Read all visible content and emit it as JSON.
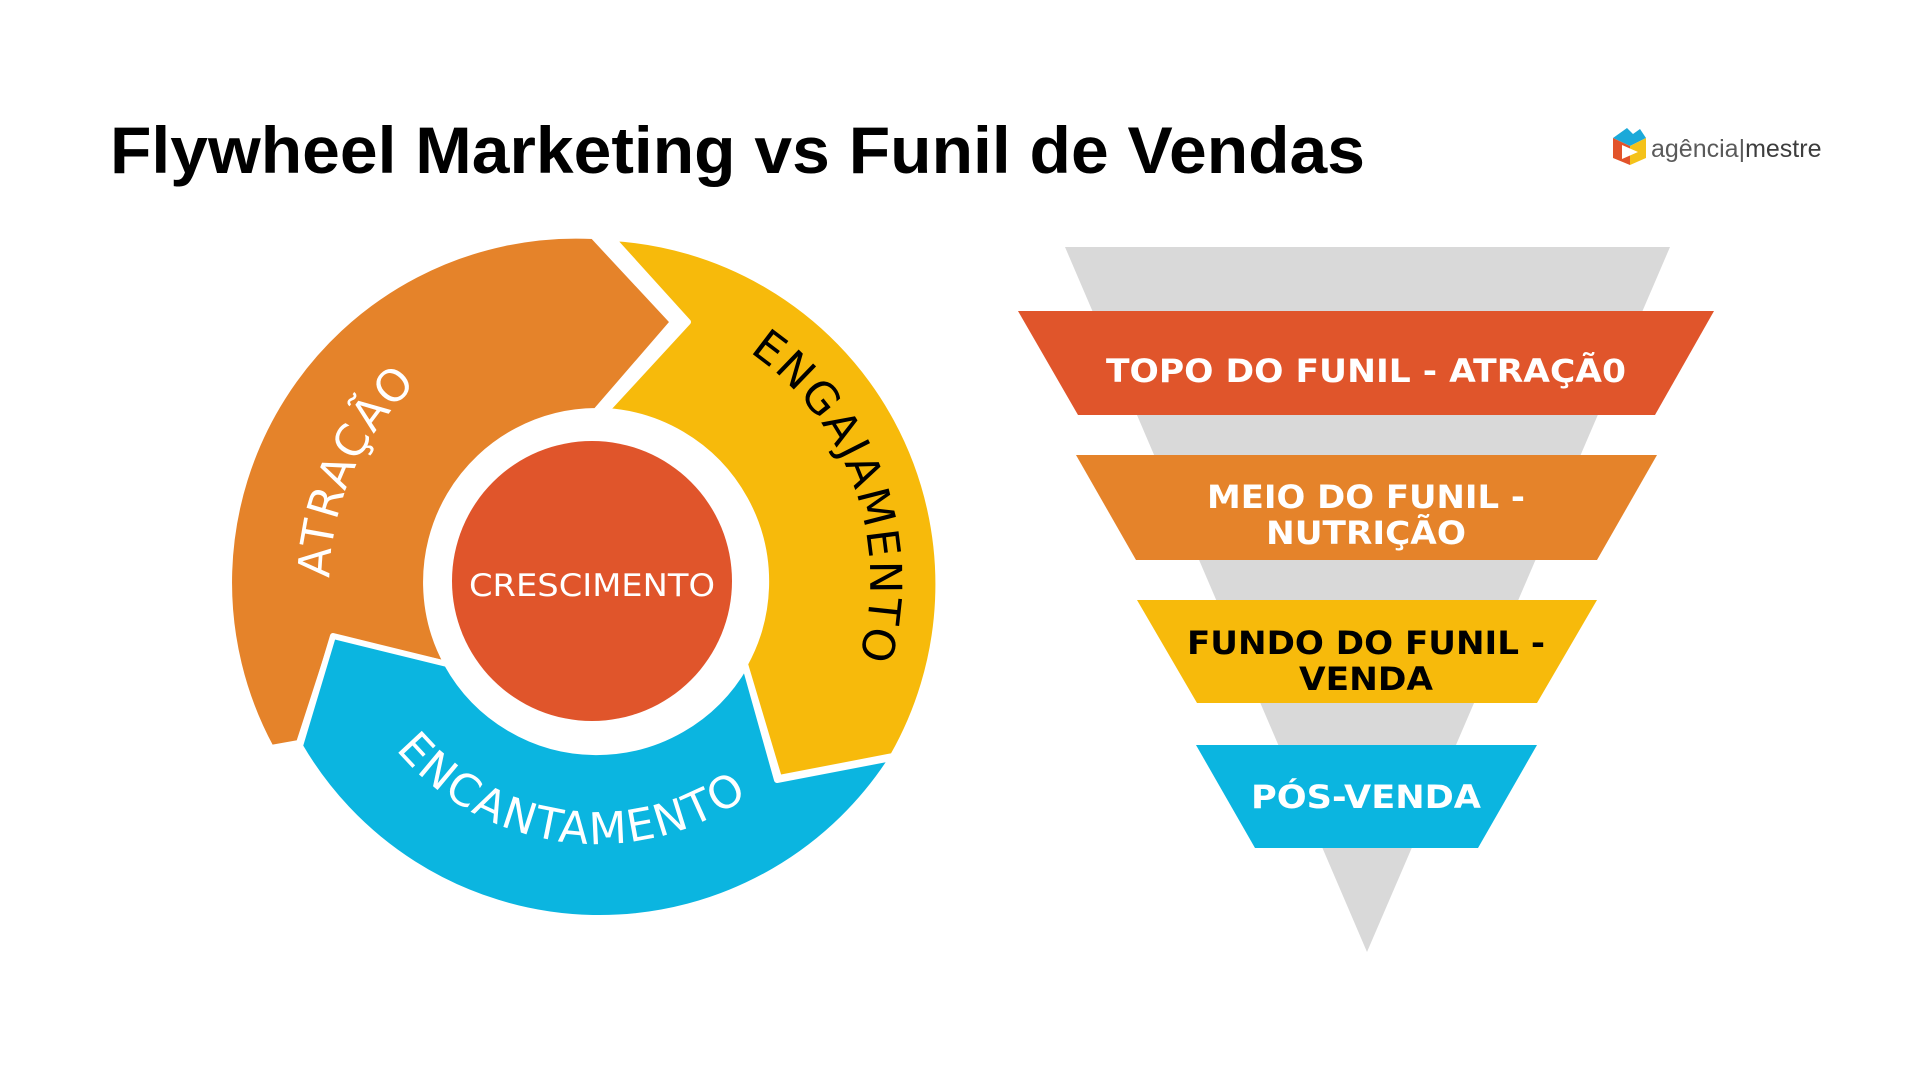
{
  "header": {
    "title": "Flywheel Marketing vs Funil de Vendas"
  },
  "logo": {
    "name_light": "agência",
    "separator": "|",
    "name_bold": "mestre",
    "icon": "cube-logo-icon"
  },
  "colors": {
    "orange": "#E5832A",
    "red": "#E0552B",
    "yellow": "#F7BA0B",
    "blue": "#0BB5E0",
    "gray": "#D9D9D9",
    "white": "#FFFFFF",
    "black": "#000000"
  },
  "flywheel": {
    "center": "CRESCIMENTO",
    "segments": [
      {
        "label": "ATRAÇÃO",
        "color": "#E5832A",
        "text_color": "#FFFFFF"
      },
      {
        "label": "ENGAJAMENTO",
        "color": "#F7BA0B",
        "text_color": "#000000"
      },
      {
        "label": "ENCANTAMENTO",
        "color": "#0BB5E0",
        "text_color": "#FFFFFF"
      }
    ]
  },
  "funnel": {
    "stages": [
      {
        "lines": [
          "TOPO DO FUNIL - ATRAÇÃ0"
        ],
        "color": "#E0552B",
        "text_color": "#FFFFFF"
      },
      {
        "lines": [
          "MEIO DO FUNIL -",
          "NUTRIÇÃO"
        ],
        "color": "#E5832A",
        "text_color": "#FFFFFF"
      },
      {
        "lines": [
          "FUNDO DO FUNIL -",
          "VENDA"
        ],
        "color": "#F7BA0B",
        "text_color": "#000000"
      },
      {
        "lines": [
          "PÓS-VENDA"
        ],
        "color": "#0BB5E0",
        "text_color": "#FFFFFF"
      }
    ]
  }
}
